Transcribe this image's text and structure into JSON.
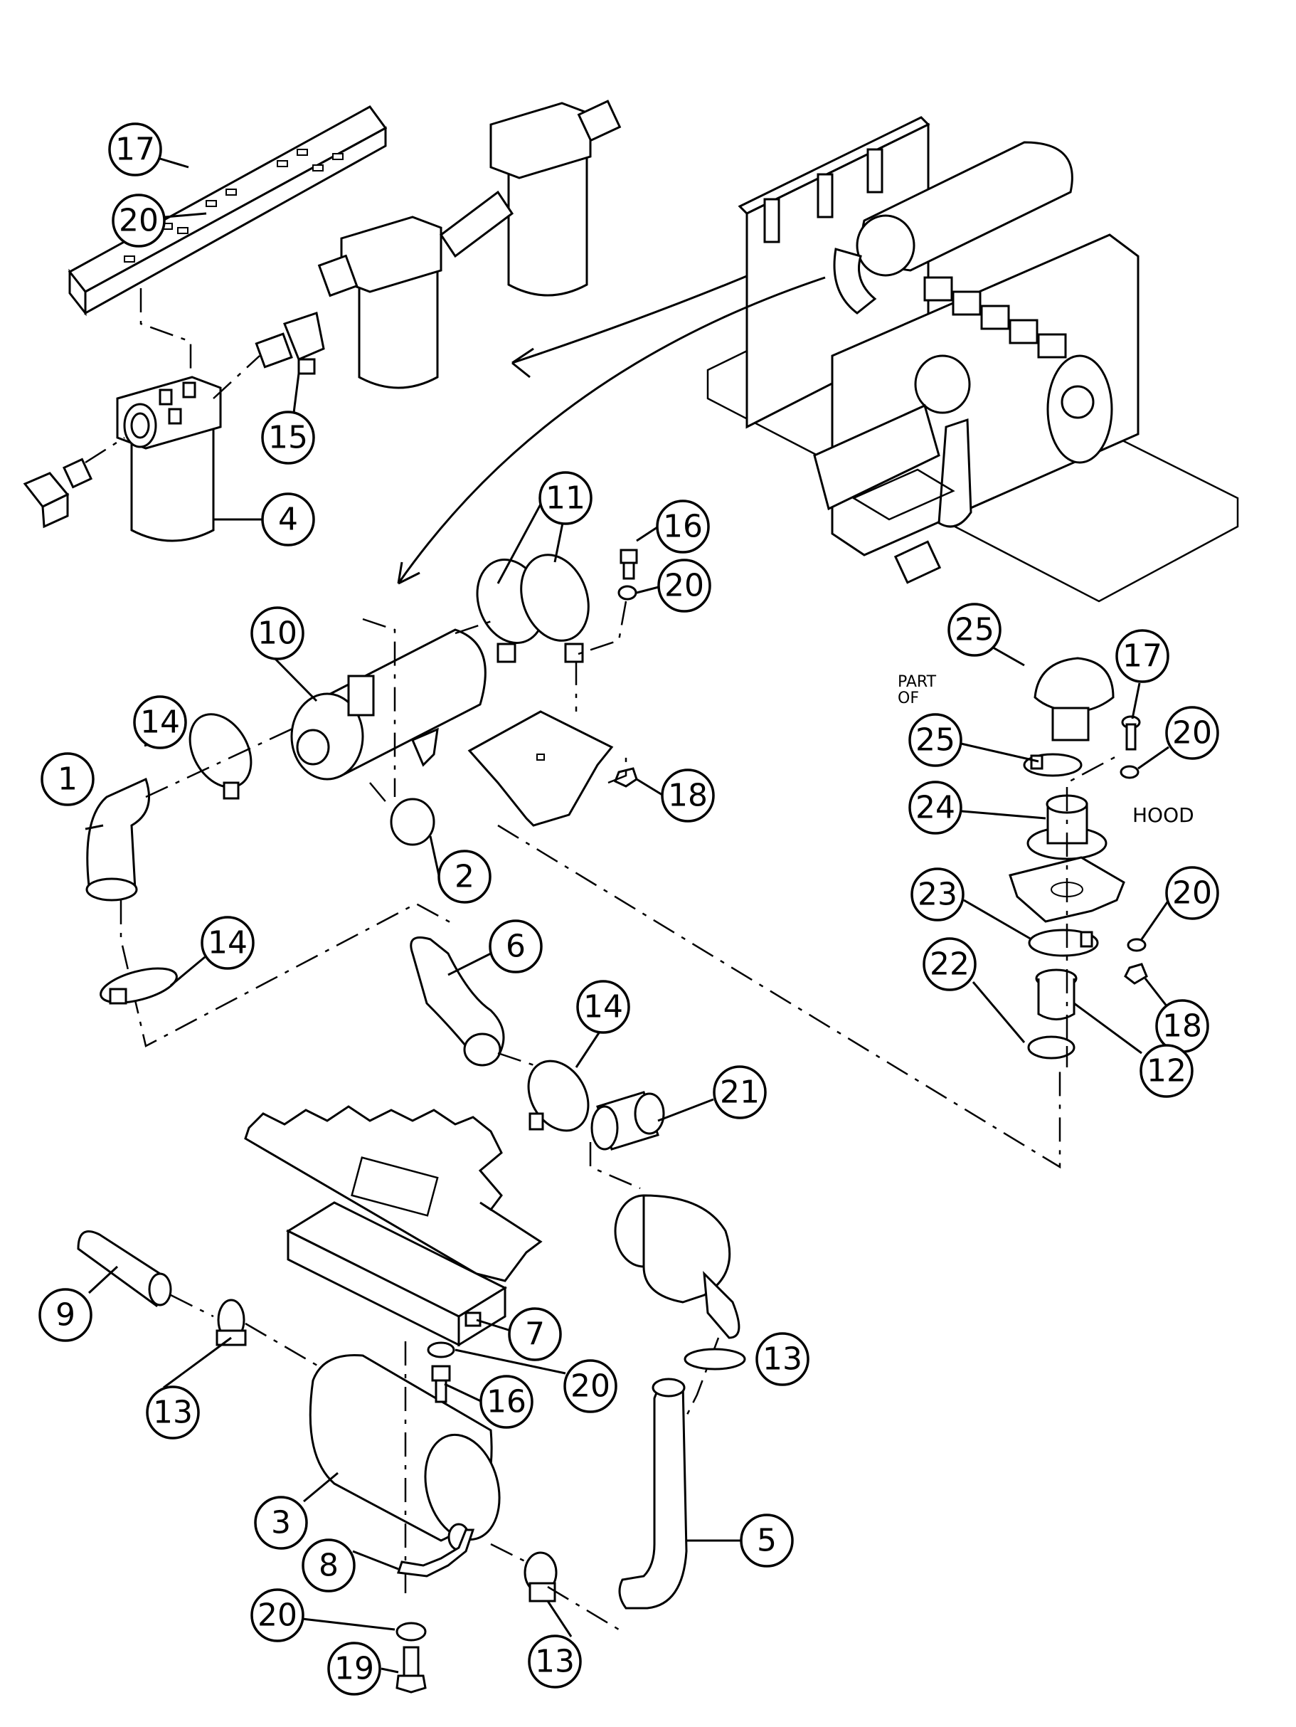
{
  "callouts": [
    {
      "id": "17"
    },
    {
      "id": "20"
    },
    {
      "id": "15"
    },
    {
      "id": "4"
    },
    {
      "id": "11"
    },
    {
      "id": "16"
    },
    {
      "id": "20"
    },
    {
      "id": "10"
    },
    {
      "id": "14"
    },
    {
      "id": "1"
    },
    {
      "id": "18"
    },
    {
      "id": "2"
    },
    {
      "id": "14"
    },
    {
      "id": "6"
    },
    {
      "id": "14"
    },
    {
      "id": "21"
    },
    {
      "id": "25"
    },
    {
      "id": "17"
    },
    {
      "id": "25"
    },
    {
      "id": "20"
    },
    {
      "id": "24"
    },
    {
      "id": "23"
    },
    {
      "id": "20"
    },
    {
      "id": "22"
    },
    {
      "id": "18"
    },
    {
      "id": "12"
    },
    {
      "id": "9"
    },
    {
      "id": "7"
    },
    {
      "id": "20"
    },
    {
      "id": "13"
    },
    {
      "id": "16"
    },
    {
      "id": "13"
    },
    {
      "id": "3"
    },
    {
      "id": "5"
    },
    {
      "id": "8"
    },
    {
      "id": "20"
    },
    {
      "id": "19"
    },
    {
      "id": "13"
    }
  ],
  "notes": {
    "part_of_line1": "PART",
    "part_of_line2": "OF",
    "hood": "HOOD"
  }
}
